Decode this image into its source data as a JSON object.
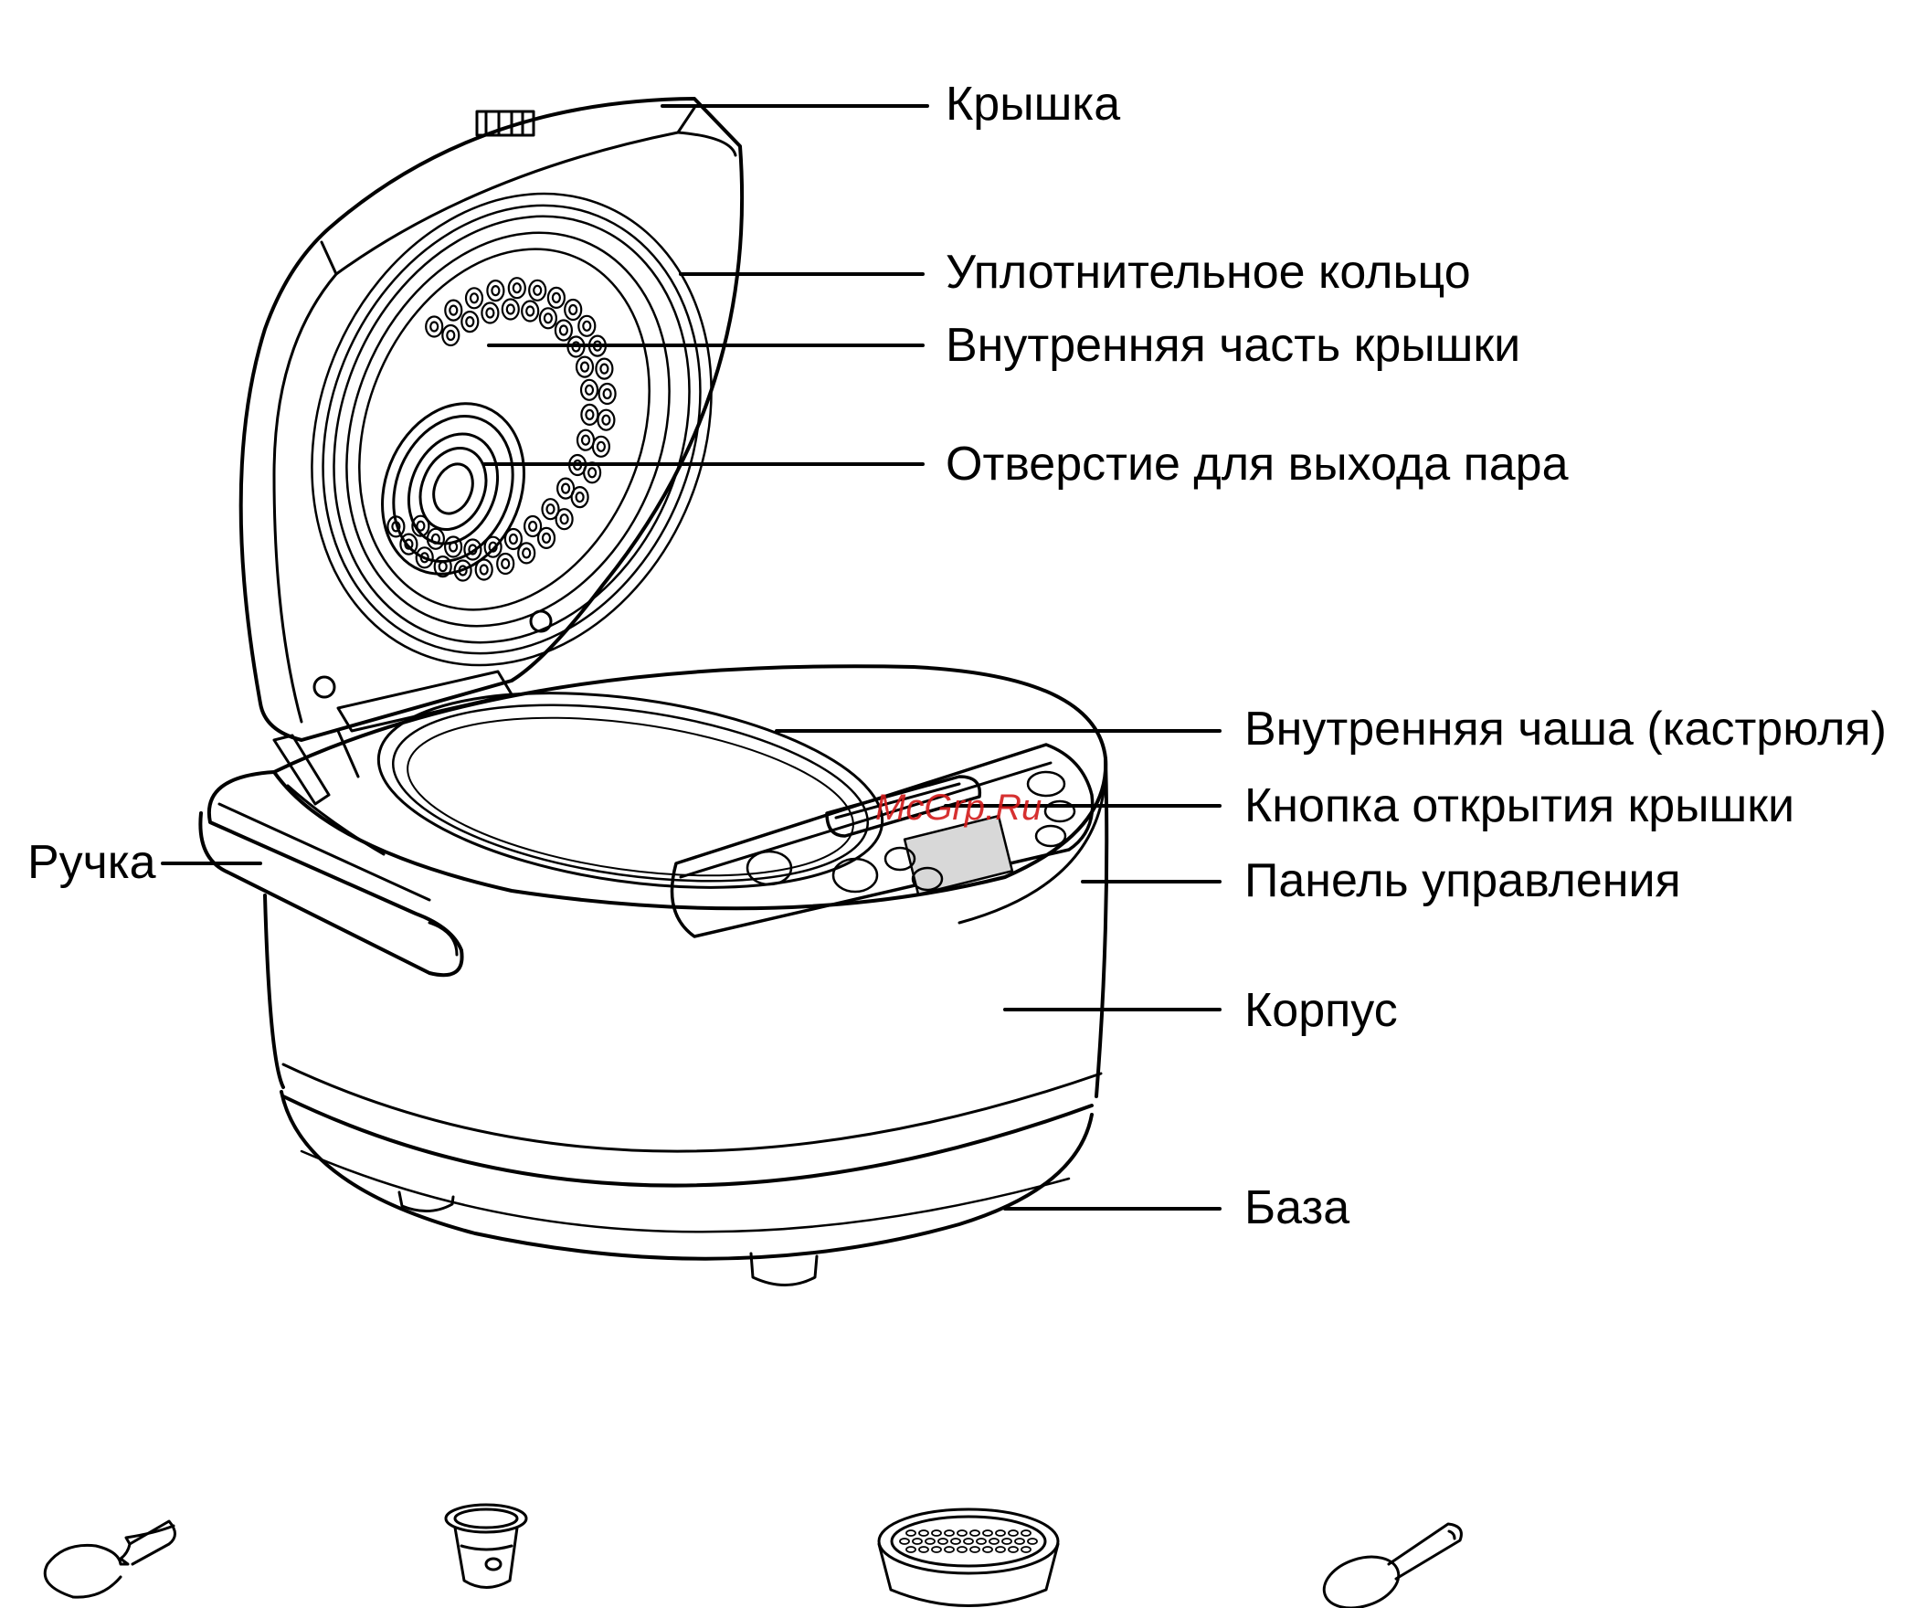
{
  "labels": {
    "lid": "Крышка",
    "sealing_ring": "Уплотнительное кольцо",
    "inner_lid": "Внутренняя часть крышки",
    "steam_vent": "Отверстие для выхода пара",
    "inner_pot": "Внутренняя чаша (кастрюля)",
    "lid_button": "Кнопка открытия крышки",
    "control_panel": "Панель управления",
    "body": "Корпус",
    "base": "База",
    "handle": "Ручка"
  },
  "watermark": "McGrp.Ru",
  "colors": {
    "line": "#000000",
    "watermark": "#d21a1a",
    "display": "#d8d8d8"
  }
}
